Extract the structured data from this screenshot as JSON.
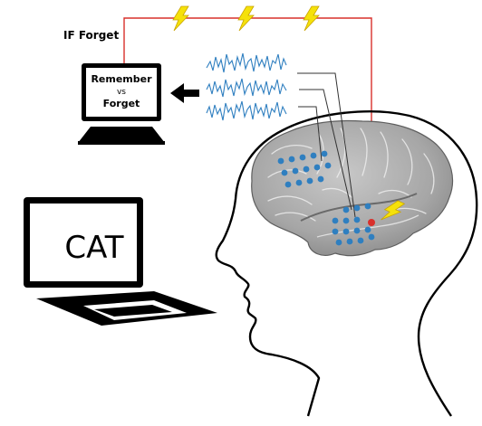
{
  "trigger": {
    "text": "IF Forget"
  },
  "small_monitor": {
    "line1": "Remember",
    "line2": "vs",
    "line3": "Forget"
  },
  "laptop": {
    "word": "CAT"
  },
  "colors": {
    "wire": "#d9302c",
    "bolt": "#f5e10a",
    "bolt_stroke": "#c9a400",
    "wave": "#2f7fc0",
    "electrode": "#2f7fc0",
    "stim_electrode": "#d9302c",
    "brain": "#a9a9a9",
    "outline": "#000000"
  },
  "icons": [
    "lightning-bolt-icon",
    "left-arrow-icon",
    "laptop-icon",
    "monitor-icon",
    "brain-icon",
    "head-profile-icon"
  ]
}
